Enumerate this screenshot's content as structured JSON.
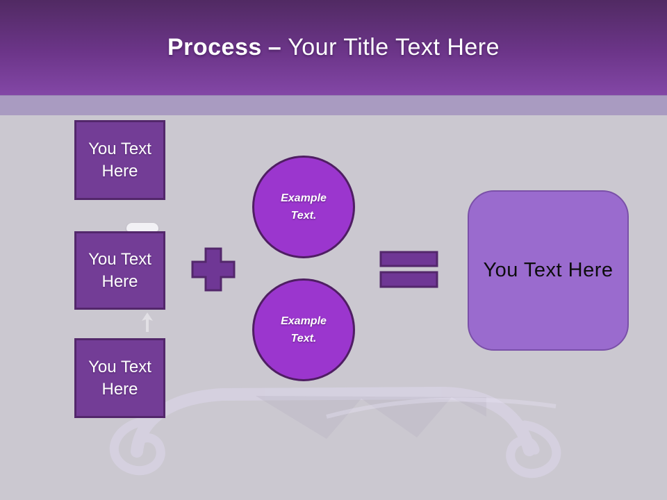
{
  "header": {
    "title_bold": "Process",
    "title_dash": "–",
    "title_rest": "Your Title Text Here"
  },
  "diagram": {
    "input_boxes": [
      {
        "label": "You Text Here"
      },
      {
        "label": "You Text Here"
      },
      {
        "label": "You Text Here"
      }
    ],
    "plus_operator": "+",
    "equals_operator": "=",
    "circles": [
      {
        "label": "Example Text."
      },
      {
        "label": "Example Text."
      }
    ],
    "result_box": {
      "label": "You Text Here"
    }
  },
  "colors": {
    "header_gradient_top": "#512a63",
    "header_gradient_bottom": "#8347a6",
    "sub_stripe": "#a99bc1",
    "content_bg": "#cbc8d0",
    "box_fill": "#733d96",
    "box_border": "#53276b",
    "circle_fill": "#9b36ce",
    "circle_border": "#4f1e63",
    "operator_fill": "#6f3795",
    "operator_border": "#53276b",
    "result_fill": "#9a6bce",
    "result_border": "#7a50a8",
    "title_color": "#ffffff",
    "result_text_color": "#000000"
  }
}
